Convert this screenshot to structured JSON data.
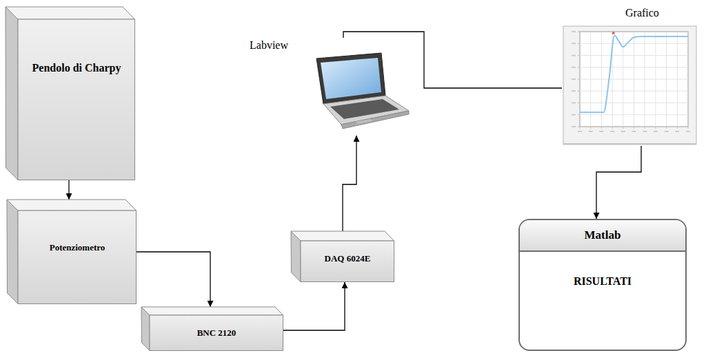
{
  "diagram": {
    "nodes": [
      {
        "text": [
          "Pendolo di Charpy"
        ]
      },
      {
        "text": [
          "Potenziometro"
        ]
      },
      {
        "text": [
          "BNC 2120"
        ]
      },
      {
        "text": [
          "DAQ 6024E"
        ]
      },
      {
        "text": [
          "Labview"
        ]
      },
      {
        "text": [
          "Grafico"
        ]
      },
      {
        "text": [
          "Matlab",
          "RISULTATI"
        ]
      }
    ],
    "edges": [
      {
        "from": 0,
        "to": 1,
        "arrow": "to"
      },
      {
        "from": 1,
        "to": 2,
        "arrow": "to"
      },
      {
        "from": 2,
        "to": 3,
        "arrow": "to"
      },
      {
        "from": 3,
        "to": 4,
        "arrow": "to"
      },
      {
        "from": 4,
        "to": 5,
        "arrow": "none"
      },
      {
        "from": 5,
        "to": 6,
        "arrow": "to"
      }
    ]
  }
}
